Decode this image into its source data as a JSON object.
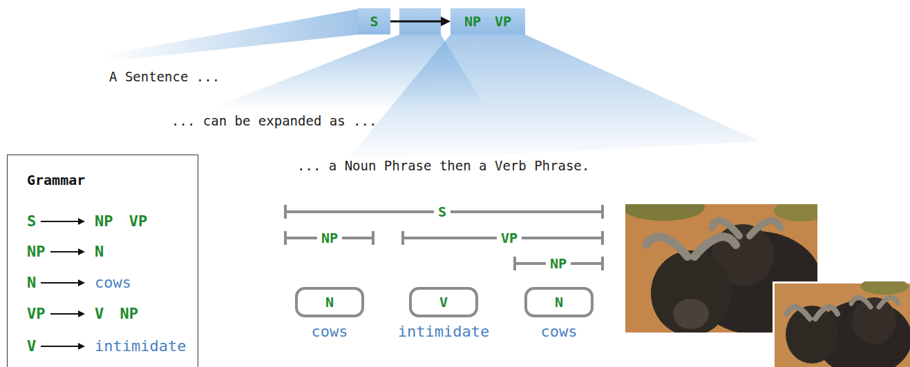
{
  "diagram": {
    "nodes": [
      {
        "text": [
          "S"
        ]
      },
      {
        "text": [
          "NP VP"
        ]
      },
      {
        "text": [
          "Grammar",
          "S",
          "NP VP",
          "NP",
          "N",
          "N",
          "cows",
          "VP",
          "V NP",
          "V",
          "intimidate"
        ]
      },
      {
        "text": [
          "N",
          "cows"
        ]
      },
      {
        "text": [
          "V",
          "intimidate"
        ]
      },
      {
        "text": [
          "N",
          "cows"
        ]
      }
    ],
    "edges": [
      {
        "from": 0,
        "to": 1,
        "arrow": "to"
      }
    ],
    "labels": [
      "A Sentence ...",
      "... can be expanded as ...",
      "... a Noun Phrase then a Verb Phrase.",
      "S",
      "NP",
      "VP",
      "NP"
    ]
  }
}
